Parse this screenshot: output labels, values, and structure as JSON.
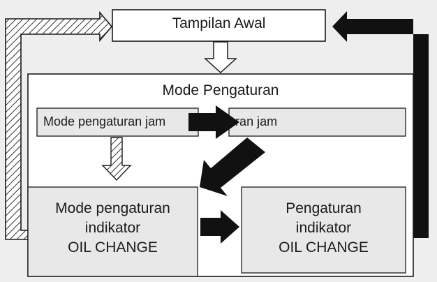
{
  "diagram": {
    "top_box": {
      "label": "Tampilan Awal"
    },
    "mode_box": {
      "title": "Mode Pengaturan"
    },
    "clock_mode_box": {
      "label": "Mode pengaturan jam"
    },
    "clock_setting_box": {
      "label": "Pengaturan jam"
    },
    "oil_mode_box": {
      "line1": "Mode pengaturan",
      "line2": "indikator",
      "line3": "OIL CHANGE"
    },
    "oil_setting_box": {
      "line1": "Pengaturan",
      "line2": "indikator",
      "line3": "OIL CHANGE"
    }
  },
  "colors": {
    "box_fill": "#e8e8e8",
    "stroke": "#1a1a1a",
    "arrow_black": "#111111"
  }
}
